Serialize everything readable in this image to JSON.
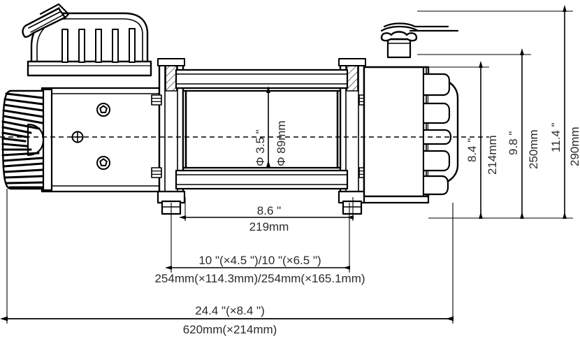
{
  "drawing": {
    "title": "Winch assembly side-view dimensioned engineering drawing",
    "line_color": "#000000",
    "text_color": "#2b2b2b",
    "background": "#ffffff",
    "units": "inch and millimetre dual dimensions"
  },
  "dimensions": {
    "drum_diameter_in": "Φ 3.5 \"",
    "drum_diameter_mm": "Φ 89mm",
    "drum_width_in": "8.6 \"",
    "drum_width_mm": "219mm",
    "mount_pattern_in": "10 \"(×4.5 \")/10 \"(×6.5 \")",
    "mount_pattern_mm": "254mm(×114.3mm)/254mm(×165.1mm)",
    "overall_length_in": "24.4 \"(×8.4 \")",
    "overall_length_mm": "620mm(×214mm)",
    "height_a_in": "8.4 \"",
    "height_a_mm": "214mm",
    "height_b_in": "9.8 \"",
    "height_b_mm": "250mm",
    "height_c_in": "11.4 \"",
    "height_c_mm": "290mm"
  },
  "components": {
    "solenoid_box": "solenoid-control-box",
    "motor_housing": "electric-motor-housing",
    "motor_end_fins": "finned-motor-end-cap",
    "cable_drum": "cable-drum",
    "drum_flange_left": "drum-end-flange-left",
    "drum_flange_right": "drum-end-flange-right",
    "tie_bar_upper": "tie-bar-upper",
    "tie_bar_lower": "tie-bar-lower",
    "gearbox": "planetary-gearbox-housing",
    "clutch_knob": "clutch-lever-knob",
    "mount_foot_left": "mounting-foot-left",
    "mount_foot_right": "mounting-foot-right",
    "centerline": "horizontal-centerline-axis"
  }
}
